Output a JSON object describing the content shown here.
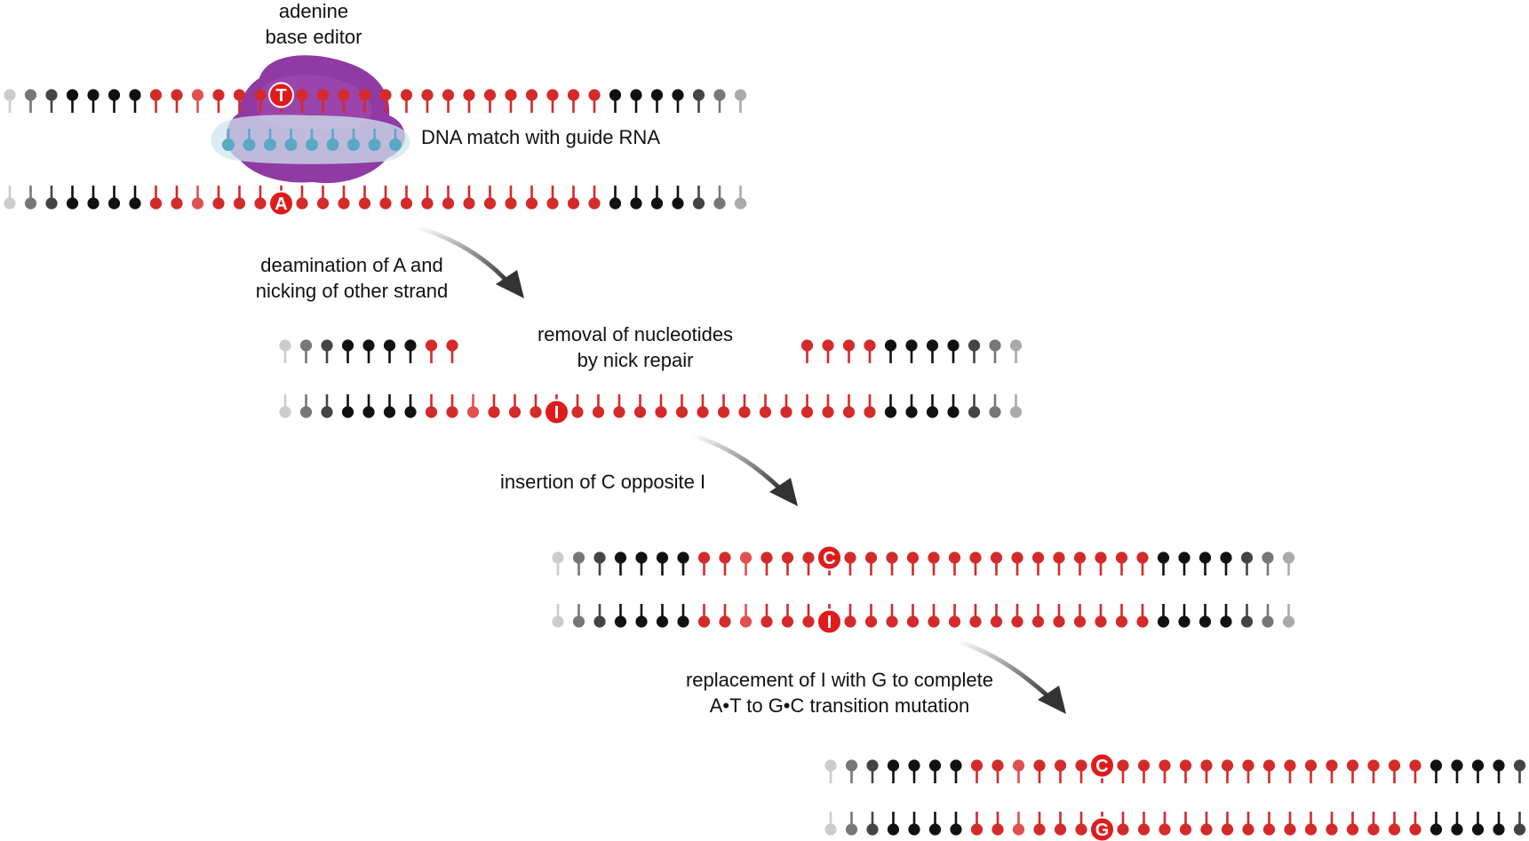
{
  "labels": {
    "editor_line1": "adenine",
    "editor_line2": "base editor",
    "guide_match": "DNA match with guide RNA",
    "step1_line1": "deamination of A and",
    "step1_line2": "nicking of other strand",
    "step2_line1": "removal of nucleotides",
    "step2_line2": "by nick repair",
    "step3": "insertion of C opposite I",
    "step4_line1": "replacement of I with G to complete",
    "step4_line2": "A•T to G•C transition mutation"
  },
  "bases": {
    "stage1_top": "T",
    "stage1_bottom": "A",
    "stage2_bottom": "I",
    "stage3_top": "C",
    "stage3_bottom": "I",
    "stage4_top": "C",
    "stage4_bottom": "G"
  },
  "colors": {
    "strand_red": "#d42a2a",
    "strand_red_light": "#e05050",
    "highlight_red": "#e01b1b",
    "black": "#111111",
    "gray_dark": "#444444",
    "gray_mid": "#777777",
    "gray_light": "#aaaaaa",
    "gray_lighter": "#cccccc",
    "guide_rna": "#5aa9c4",
    "guide_rna_halo": "#cfe6ef",
    "editor_purple": "#8a2f9e",
    "editor_purple_light": "#a24db5"
  }
}
